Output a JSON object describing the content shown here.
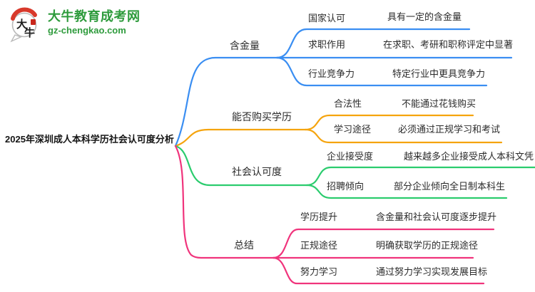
{
  "logo": {
    "title": "大牛教育成考网",
    "domain": "gz-chengkao.com",
    "mark_text_top": "大",
    "mark_text_bottom": "牛",
    "colors": {
      "green": "#2e9b3c",
      "red_arc": "#d8392b",
      "seal_red": "#c9271c",
      "ink": "#1c1c1c"
    }
  },
  "root": {
    "label": "2025年深圳成人本科学历社会认可度分析"
  },
  "branches": [
    {
      "label": "含金量",
      "color": "#3a8ef2",
      "children": [
        {
          "label": "国家认可",
          "detail": "具有一定的含金量"
        },
        {
          "label": "求职作用",
          "detail": "在求职、考研和职称评定中显著"
        },
        {
          "label": "行业竞争力",
          "detail": "特定行业中更具竞争力"
        }
      ]
    },
    {
      "label": "能否购买学历",
      "color": "#f5a40e",
      "children": [
        {
          "label": "合法性",
          "detail": "不能通过花钱购买"
        },
        {
          "label": "学习途径",
          "detail": "必须通过正规学习和考试"
        }
      ]
    },
    {
      "label": "社会认可度",
      "color": "#2bcc6e",
      "children": [
        {
          "label": "企业接受度",
          "detail": "越来越多企业接受成人本科文凭"
        },
        {
          "label": "招聘倾向",
          "detail": "部分企业倾向全日制本科生"
        }
      ]
    },
    {
      "label": "总结",
      "color": "#f0347c",
      "children": [
        {
          "label": "学历提升",
          "detail": "含金量和社会认可度逐步提升"
        },
        {
          "label": "正规途径",
          "detail": "明确获取学历的正规途径"
        },
        {
          "label": "努力学习",
          "detail": "通过努力学习实现发展目标"
        }
      ]
    }
  ]
}
